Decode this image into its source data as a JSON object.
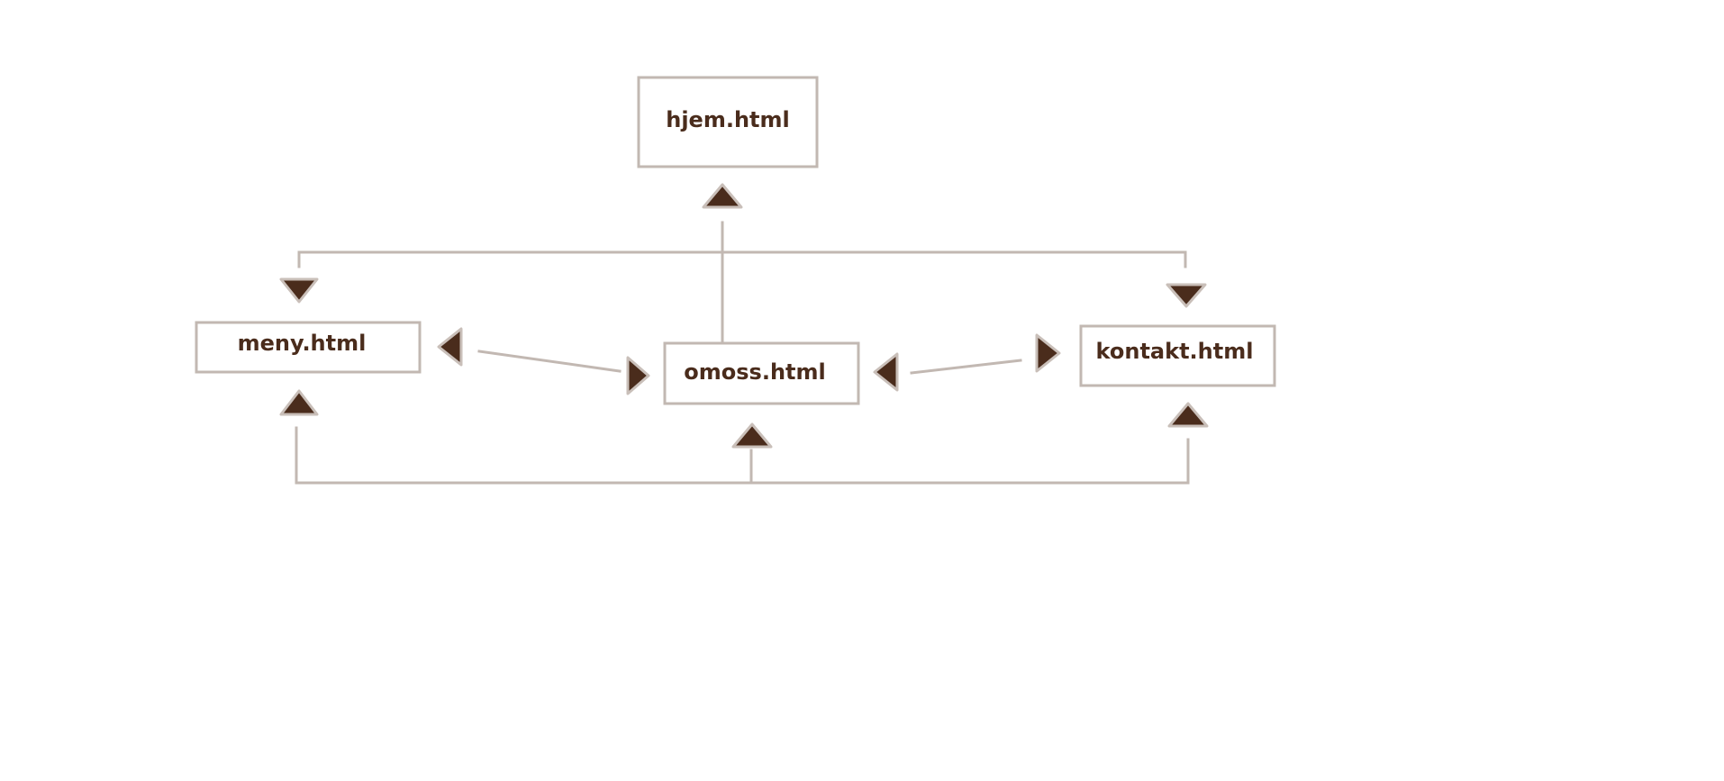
{
  "diagram": {
    "nodes": {
      "hjem": "hjem.html",
      "meny": "meny.html",
      "omoss": "omoss.html",
      "kontakt": "kontakt.html"
    }
  },
  "colors": {
    "text": "#4a2c1c",
    "line": "#c2b8b2",
    "arrow_fill": "#4a2c1c",
    "background": "#ffffff"
  }
}
